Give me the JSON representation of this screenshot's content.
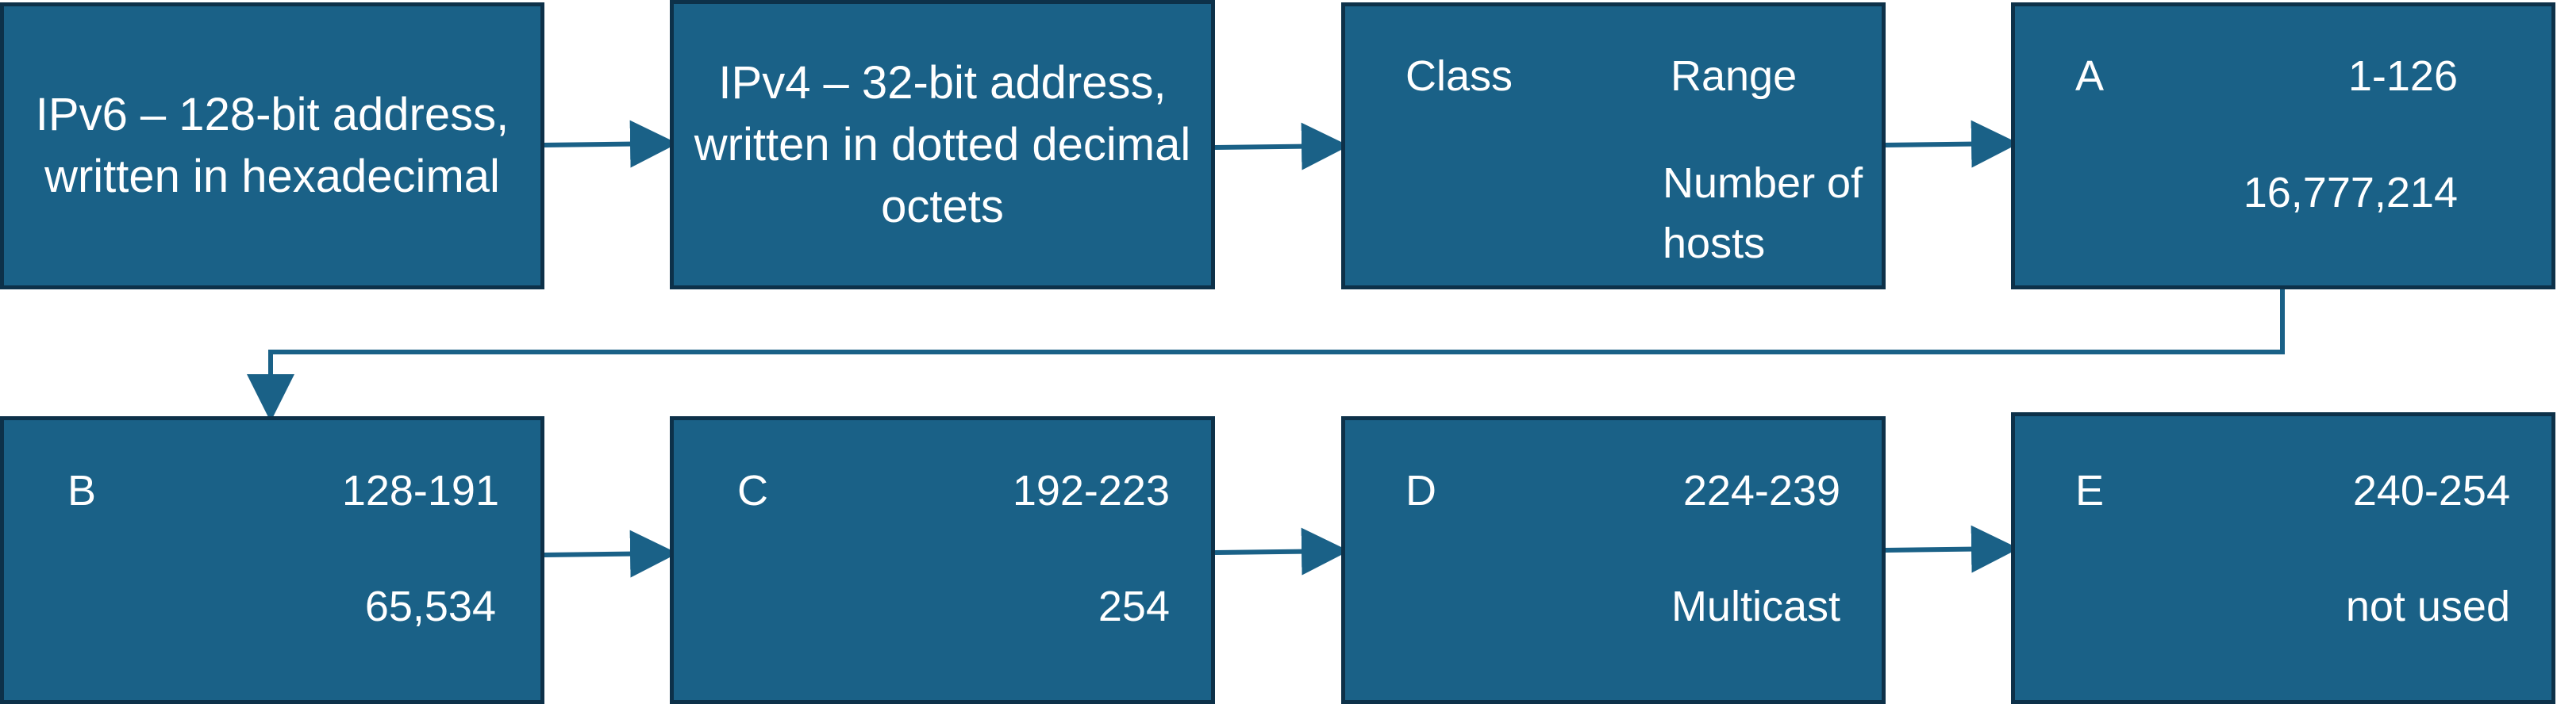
{
  "diagram": {
    "colors": {
      "box_fill": "#1a6187",
      "box_border": "#0d3149",
      "text": "#ffffff",
      "connector": "#1a6187"
    },
    "ipv6": {
      "text": "IPv6 – 128-bit address, written in hexadecimal"
    },
    "ipv4": {
      "text": "IPv4 – 32-bit address, written in dotted decimal octets"
    },
    "header": {
      "class_label": "Class",
      "range_label": "Range",
      "hosts_label": "Number of hosts"
    },
    "classes": [
      {
        "name": "A",
        "range": "1-126",
        "hosts": "16,777,214"
      },
      {
        "name": "B",
        "range": "128-191",
        "hosts": "65,534"
      },
      {
        "name": "C",
        "range": "192-223",
        "hosts": "254"
      },
      {
        "name": "D",
        "range": "224-239",
        "hosts": "Multicast"
      },
      {
        "name": "E",
        "range": "240-254",
        "hosts": "not used"
      }
    ]
  }
}
